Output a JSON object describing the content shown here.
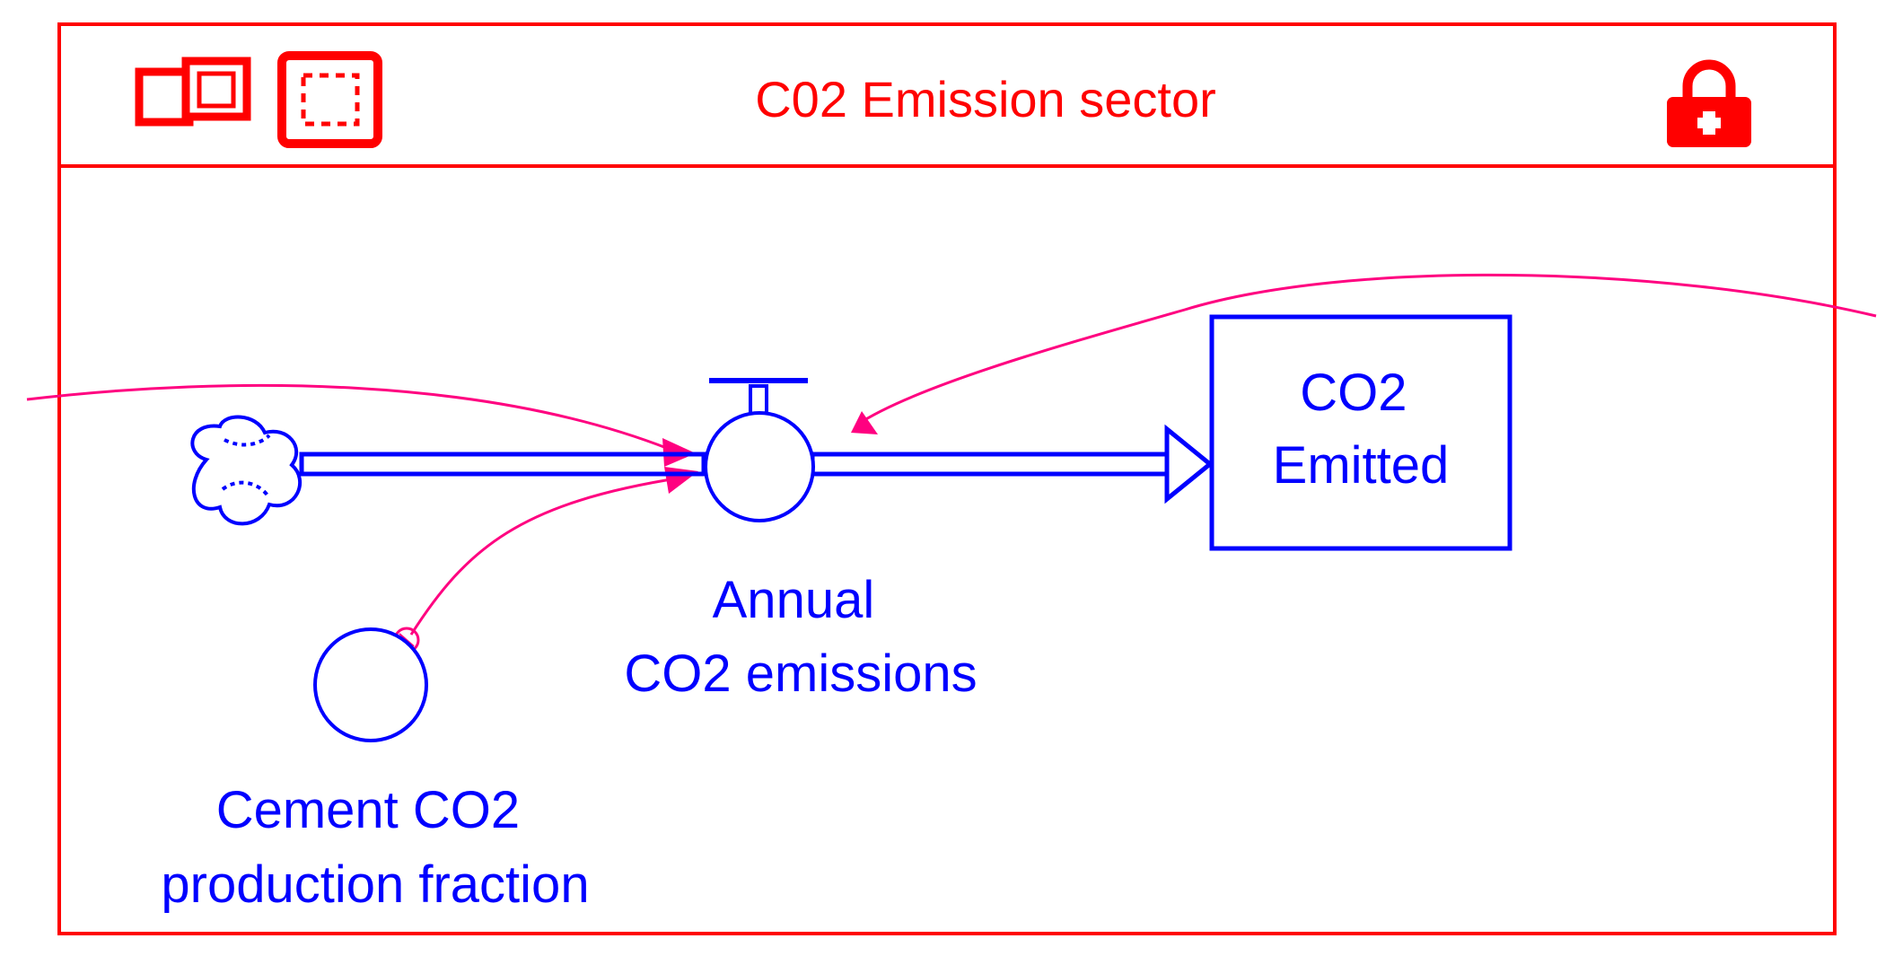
{
  "sector": {
    "title": "C02  Emission sector",
    "frame_color": "#ff0000",
    "icons": [
      "window-icon",
      "frame-icon",
      "lock-icon"
    ]
  },
  "nodes": {
    "source_cloud": {
      "icon": "cloud-source-icon"
    },
    "flow": {
      "label_line1": "Annual",
      "label_line2": "CO2 emissions"
    },
    "stock": {
      "label_line1": "CO2",
      "label_line2": "Emitted"
    },
    "converter": {
      "label_line1": "Cement CO2",
      "label_line2": "production fraction"
    }
  },
  "colors": {
    "structure": "#0000ff",
    "connector": "#ff0080",
    "sector": "#ff0000"
  }
}
